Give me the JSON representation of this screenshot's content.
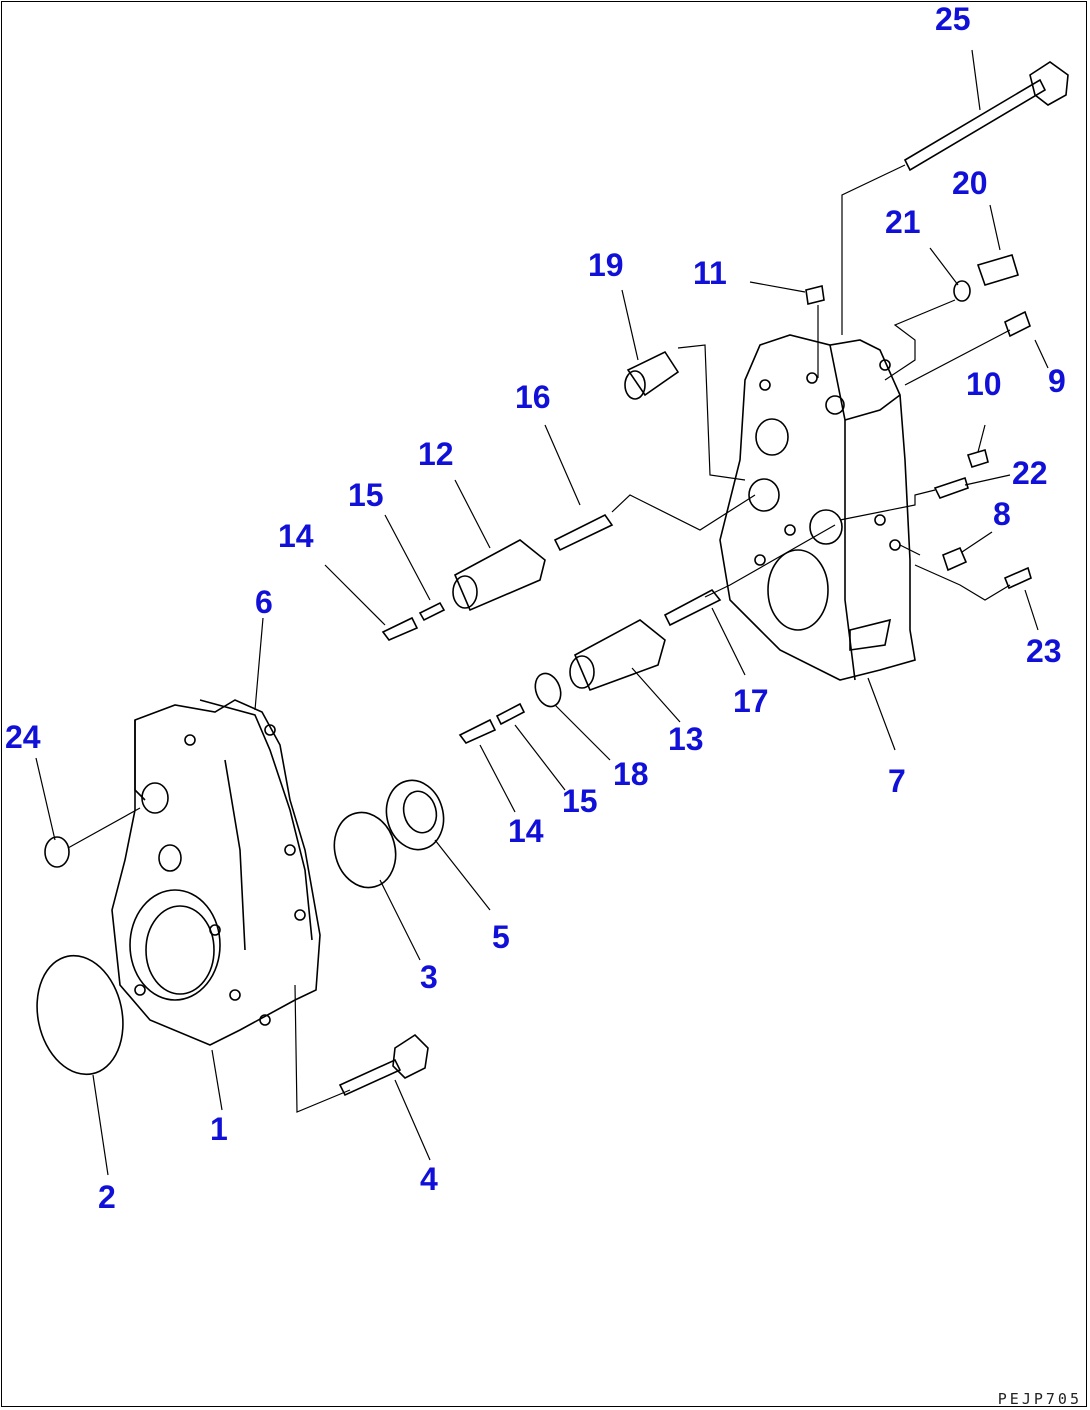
{
  "diagram": {
    "reference_code": "PEJP705",
    "callouts": [
      "1",
      "2",
      "3",
      "4",
      "5",
      "6",
      "7",
      "8",
      "9",
      "10",
      "11",
      "12",
      "13",
      "14",
      "14",
      "15",
      "15",
      "16",
      "17",
      "18",
      "19",
      "20",
      "21",
      "22",
      "23",
      "24",
      "25"
    ]
  }
}
